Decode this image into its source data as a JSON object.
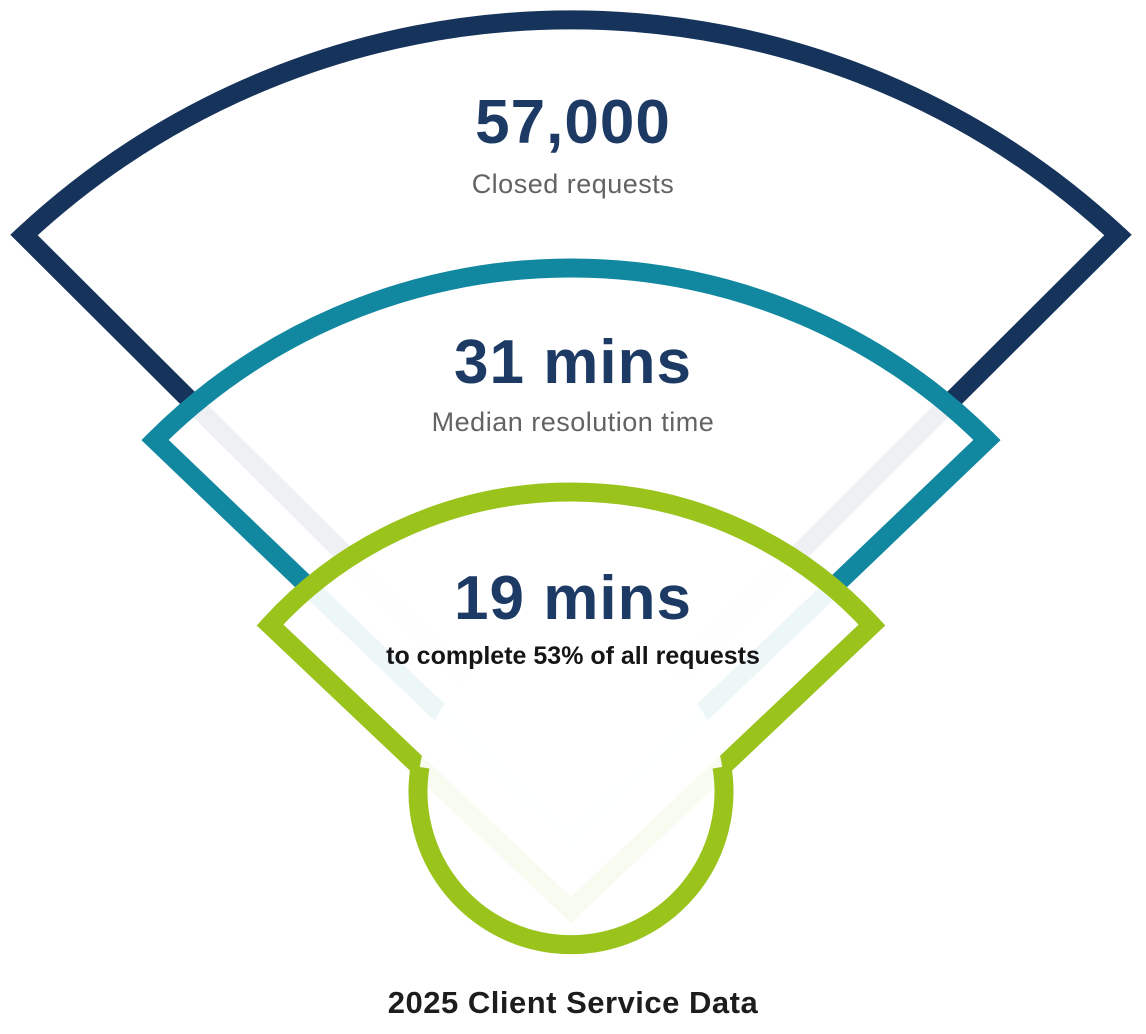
{
  "chart_data": {
    "type": "funnel",
    "title": "2025 Client Service Data",
    "orientation": "nested fan sectors, widest on top, bulb at bottom",
    "stages": [
      {
        "value": "57,000",
        "label": "Closed requests",
        "color": "#16335b"
      },
      {
        "value": "31 mins",
        "label": "Median resolution time",
        "color": "#11889f"
      },
      {
        "value": "19 mins",
        "label": "to complete 53% of all requests",
        "color": "#9ac31c"
      }
    ],
    "numeric_values": {
      "closed_requests": 57000,
      "median_resolution_mins": 31,
      "mins_to_complete_53_percent": 19,
      "percent_of_requests": 53,
      "year": 2025
    }
  },
  "colors": {
    "background": "#ffffff",
    "stage1_outline": "#16335b",
    "stage2_outline": "#11889f",
    "stage3_outline": "#9ac31c",
    "value_text": "#1c3a64",
    "muted_label_text": "#636363",
    "dark_label_text": "#151515",
    "caption_text": "#1d1d1d"
  }
}
